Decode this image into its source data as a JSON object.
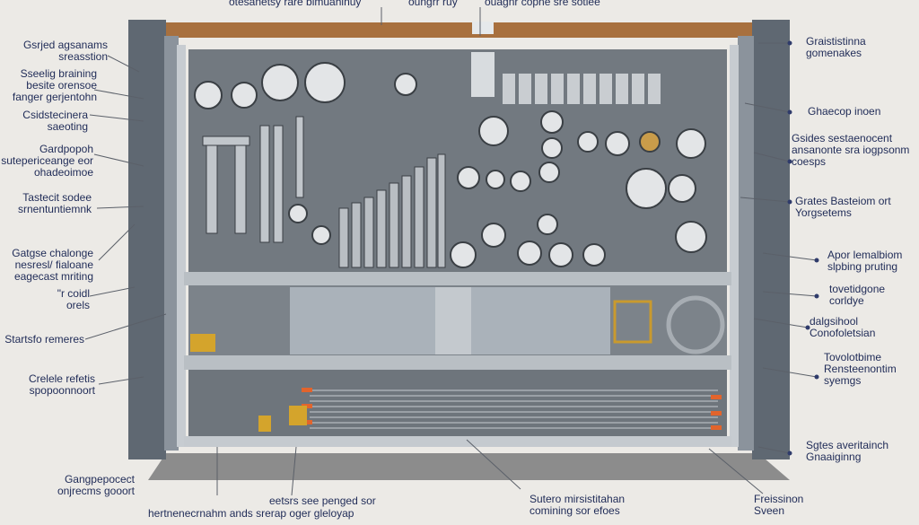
{
  "labels": {
    "top_left": "otesanetsy rare bimuahinuy",
    "top_mid": "oungrr ruy",
    "top_right": "ouagnr copne sre sotiee",
    "left_1": [
      "Gsrjed agsanams",
      "sreasstion"
    ],
    "left_2": [
      "Sseelig braining",
      "besite orensoe",
      "fanger gerjentohn"
    ],
    "left_3": [
      "Csidstecinera",
      "saeoting"
    ],
    "left_4": [
      "Gardpopoh",
      "sutepericeange eor",
      "ohadeoimoe"
    ],
    "left_5": [
      "Tastecit sodee",
      "srnentuntiemnk"
    ],
    "left_6": [
      "Gatgse chalonge",
      "nesresl/ fialoane",
      "eagecast mriting"
    ],
    "left_7": [
      "\"r coidl",
      "orels"
    ],
    "left_8": "Startsfo remeres",
    "left_9": [
      "Crelele refetis",
      "spopoonnoort"
    ],
    "bottom_left": [
      "Gangpepocect",
      "onjrecms gooort"
    ],
    "bottom_1": "eetsrs see penged sor",
    "bottom_2": "hertnenecrnahm ands srerap oger gleloyap",
    "bottom_3": [
      "Sutero mirsistitahan",
      "comining sor efoes"
    ],
    "bottom_4": [
      "Freissinon",
      "Sveen"
    ],
    "right_1": [
      "Graististinna",
      "gomenakes"
    ],
    "right_2": "Ghaecop inoen",
    "right_3": [
      "Gsides sestaenocent",
      "ansanonte sra iogpsonm",
      "coesps"
    ],
    "right_4": [
      "Grates   Basteiom ort",
      "Yorgsetems"
    ],
    "right_5": [
      "Apor lemalbiom",
      "slpbing pruting"
    ],
    "right_6": [
      "tovetidgone",
      "corldye"
    ],
    "right_7": [
      "dalgsihool",
      "Conofoletsian"
    ],
    "right_8": [
      "Tovolotbime",
      "Rensteenontim",
      "syemgs"
    ],
    "right_9": [
      "Sgtes averitainch",
      "Gnaaiginng"
    ]
  }
}
